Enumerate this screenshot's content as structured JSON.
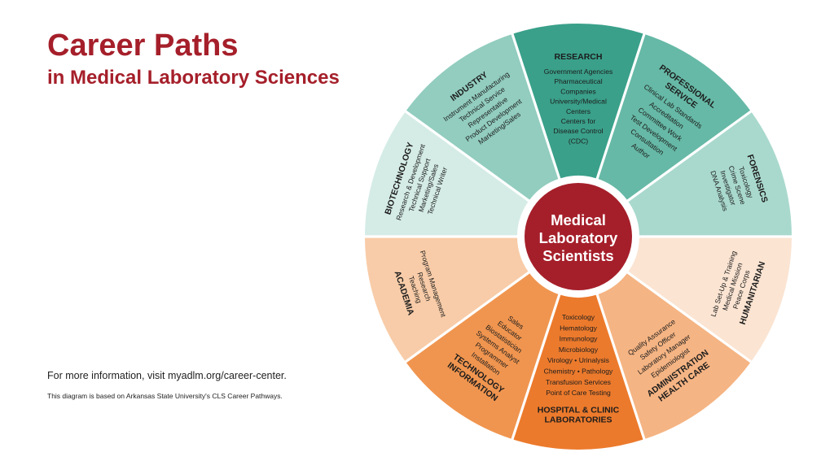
{
  "header": {
    "title": "Career Paths",
    "subtitle": "in Medical Laboratory Sciences"
  },
  "footer": {
    "info": "For more information, visit myadlm.org/career-center.",
    "source": "This diagram is based on Arkansas State University's CLS Career Pathways."
  },
  "colors": {
    "brand_red": "#a51f2a",
    "research": "#3aa08a",
    "industry": "#92cdbf",
    "biotechnology": "#d5ece6",
    "professional_service": "#66b9a6",
    "forensics": "#a9d9cd",
    "academia": "#f8cca8",
    "information_technology": "#f0954f",
    "hospital_clinic": "#ec7a2c",
    "health_care_admin": "#f5b483",
    "humanitarian": "#fbe4d2"
  },
  "center": {
    "lines": [
      "Medical",
      "Laboratory",
      "Scientists"
    ]
  },
  "segments": [
    {
      "id": "research",
      "title_lines": [
        "RESEARCH"
      ],
      "items": [
        "Government Agencies",
        "Pharmaceutical",
        "Companies",
        "University/Medical",
        "Centers",
        "Centers for",
        "Disease Control",
        "(CDC)"
      ]
    },
    {
      "id": "professional-service",
      "title_lines": [
        "PROFESSIONAL",
        "SERVICE"
      ],
      "items": [
        "Clinical Lab Standards",
        "Accreditation",
        "Committee Work",
        "Test Development",
        "Consultation",
        "Author"
      ]
    },
    {
      "id": "forensics",
      "title_lines": [
        "FORENSICS"
      ],
      "items": [
        "Toxicology",
        "Crime Scene",
        "Investigator",
        "DNA Analysis"
      ]
    },
    {
      "id": "humanitarian",
      "title_lines": [
        "HUMANITARIAN"
      ],
      "items": [
        "Peace Corps",
        "Medical Mission",
        "Lab Set-Up & Training"
      ]
    },
    {
      "id": "health-care-administration",
      "title_lines": [
        "HEALTH CARE",
        "ADMINISTRATION"
      ],
      "items": [
        "Epidemiologist",
        "Laboratory Manager",
        "Safety Officer",
        "Quality Assurance"
      ]
    },
    {
      "id": "hospital-clinic-laboratories",
      "title_lines": [
        "HOSPITAL & CLINIC",
        "LABORATORIES"
      ],
      "items": [
        "Toxicology",
        "Hematology",
        "Immunology",
        "Microbiology",
        "Virology • Urinalysis",
        "Chemistry • Pathology",
        "Transfusion Services",
        "Point of Care Testing"
      ]
    },
    {
      "id": "information-technology",
      "title_lines": [
        "INFORMATION",
        "TECHNOLOGY"
      ],
      "items": [
        "Installation",
        "Programmer",
        "Systems Analyst",
        "Biostatistician",
        "Educator",
        "Sales"
      ]
    },
    {
      "id": "academia",
      "title_lines": [
        "ACADEMIA"
      ],
      "items": [
        "Teaching",
        "Research",
        "Program Management"
      ]
    },
    {
      "id": "biotechnology",
      "title_lines": [
        "BIOTECHNOLOGY"
      ],
      "items": [
        "Research & Development",
        "Technical Support",
        "Marketing/Sales",
        "Technical Writer"
      ]
    },
    {
      "id": "industry",
      "title_lines": [
        "INDUSTRY"
      ],
      "items": [
        "Instrument Manufacturing",
        "Technical Service",
        "Representative",
        "Product Development",
        "Marketing/Sales"
      ]
    }
  ]
}
